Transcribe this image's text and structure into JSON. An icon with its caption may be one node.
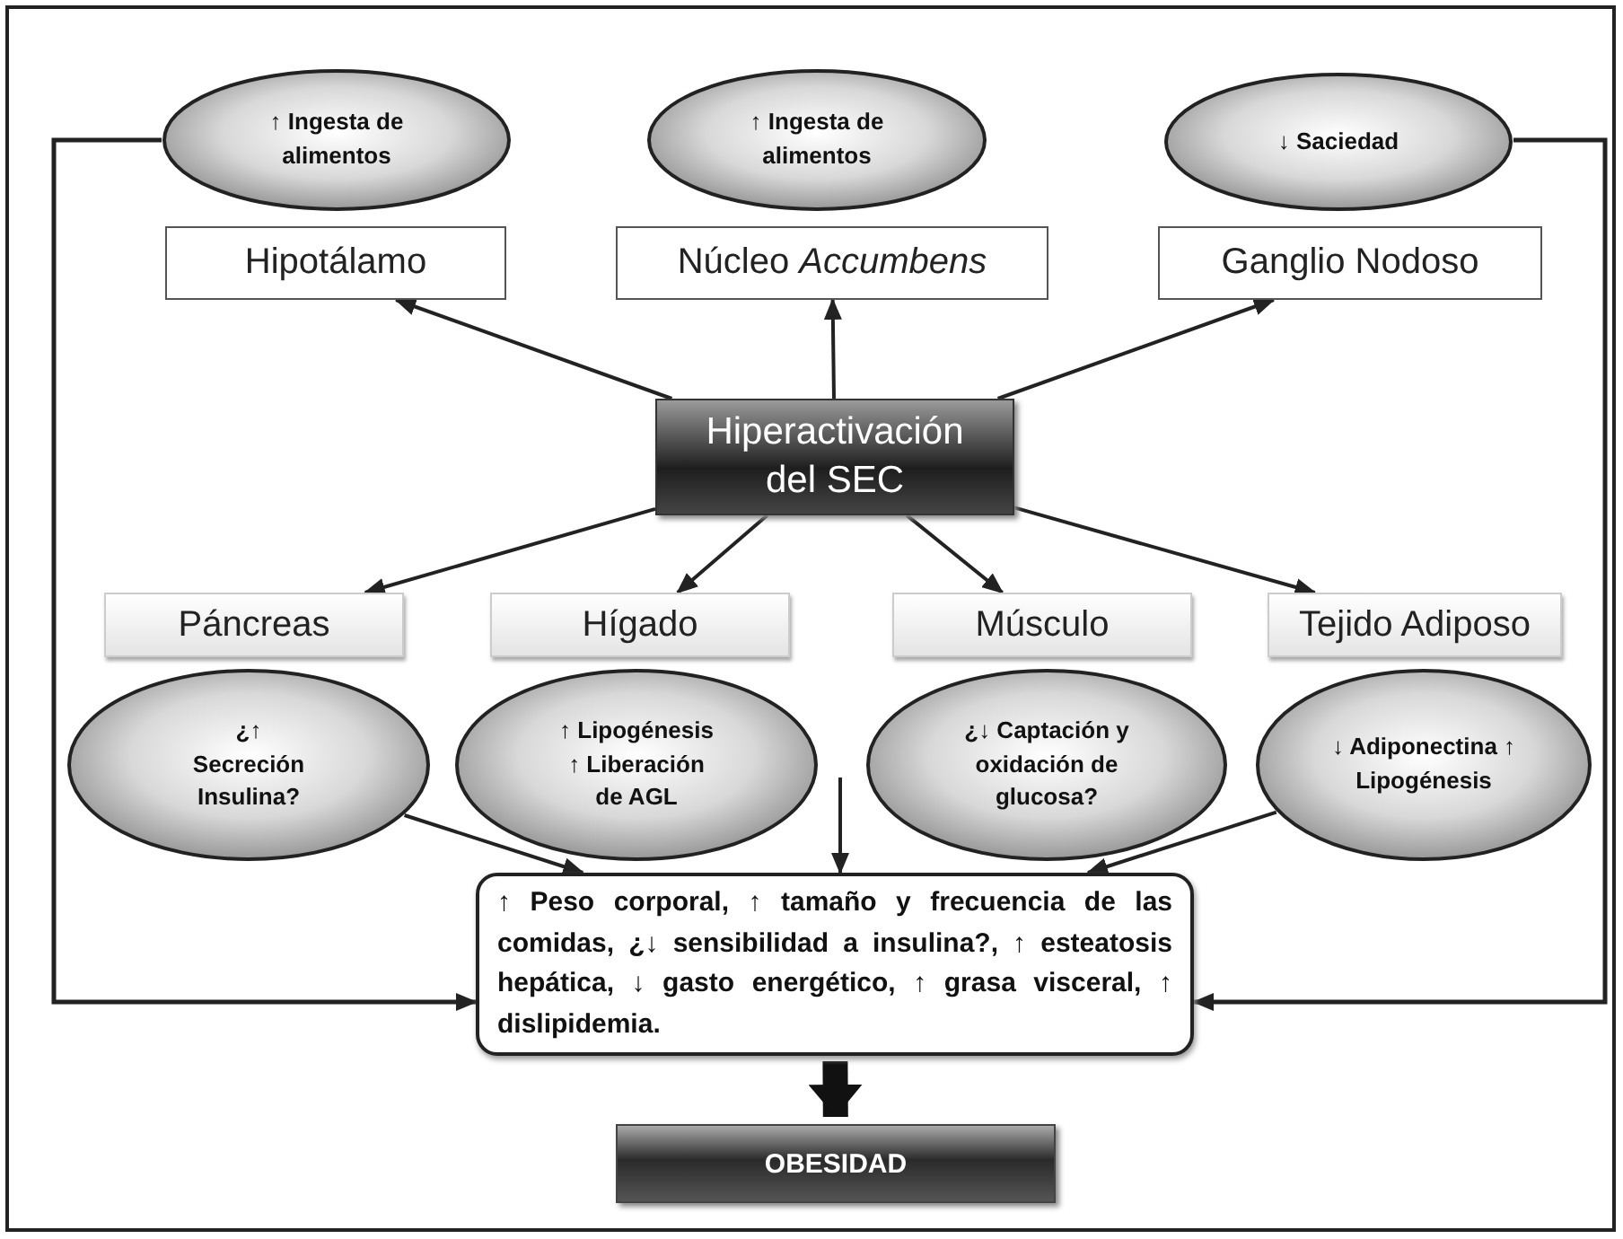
{
  "diagram": {
    "nodes": [
      {
        "text": [
          "↑ Ingesta de alimentos"
        ]
      },
      {
        "text": [
          "↑ Ingesta de alimentos"
        ]
      },
      {
        "text": [
          "↓ Saciedad"
        ]
      },
      {
        "text": [
          "Hipotálamo"
        ]
      },
      {
        "text": [
          "Núcleo *Accumbens*"
        ]
      },
      {
        "text": [
          "Ganglio Nodoso"
        ]
      },
      {
        "text": [
          "Hiperactivación del SEC"
        ]
      },
      {
        "text": [
          "Páncreas"
        ]
      },
      {
        "text": [
          "Hígado"
        ]
      },
      {
        "text": [
          "Músculo"
        ]
      },
      {
        "text": [
          "Tejido Adiposo"
        ]
      },
      {
        "text": [
          "¿↑ Secreción Insulina?"
        ]
      },
      {
        "text": [
          "↑ Lipogénesis ↑ Liberación de AGL"
        ]
      },
      {
        "text": [
          "¿↓ Captación y oxidación de glucosa?"
        ]
      },
      {
        "text": [
          "↓ Adiponectina ↑ Lipogénesis"
        ]
      },
      {
        "text": [
          "↑ Peso corporal, ↑ tamaño y frecuencia de las comidas, ¿↓ sensibilidad a insulina?, ↑ esteatosis hepática, ↓ gasto energético, ↑ grasa visceral, ↑ dislipidemia."
        ]
      },
      {
        "text": [
          "OBESIDAD"
        ]
      }
    ],
    "edges": [
      {
        "from": 6,
        "to": 3,
        "arrow": "to"
      },
      {
        "from": 6,
        "to": 4,
        "arrow": "to"
      },
      {
        "from": 6,
        "to": 5,
        "arrow": "to"
      },
      {
        "from": 6,
        "to": 7,
        "arrow": "to"
      },
      {
        "from": 6,
        "to": 8,
        "arrow": "to"
      },
      {
        "from": 6,
        "to": 9,
        "arrow": "to"
      },
      {
        "from": 6,
        "to": 10,
        "arrow": "to"
      },
      {
        "from": 11,
        "to": 15,
        "arrow": "to"
      },
      {
        "from": null,
        "to": 15,
        "arrow": "to"
      },
      {
        "from": 14,
        "to": 15,
        "arrow": "to"
      },
      {
        "from": 0,
        "to": 15,
        "arrow": "to"
      },
      {
        "from": 2,
        "to": 15,
        "arrow": "to"
      },
      {
        "from": 15,
        "to": 16,
        "arrow": "to",
        "style": "thick"
      }
    ]
  }
}
